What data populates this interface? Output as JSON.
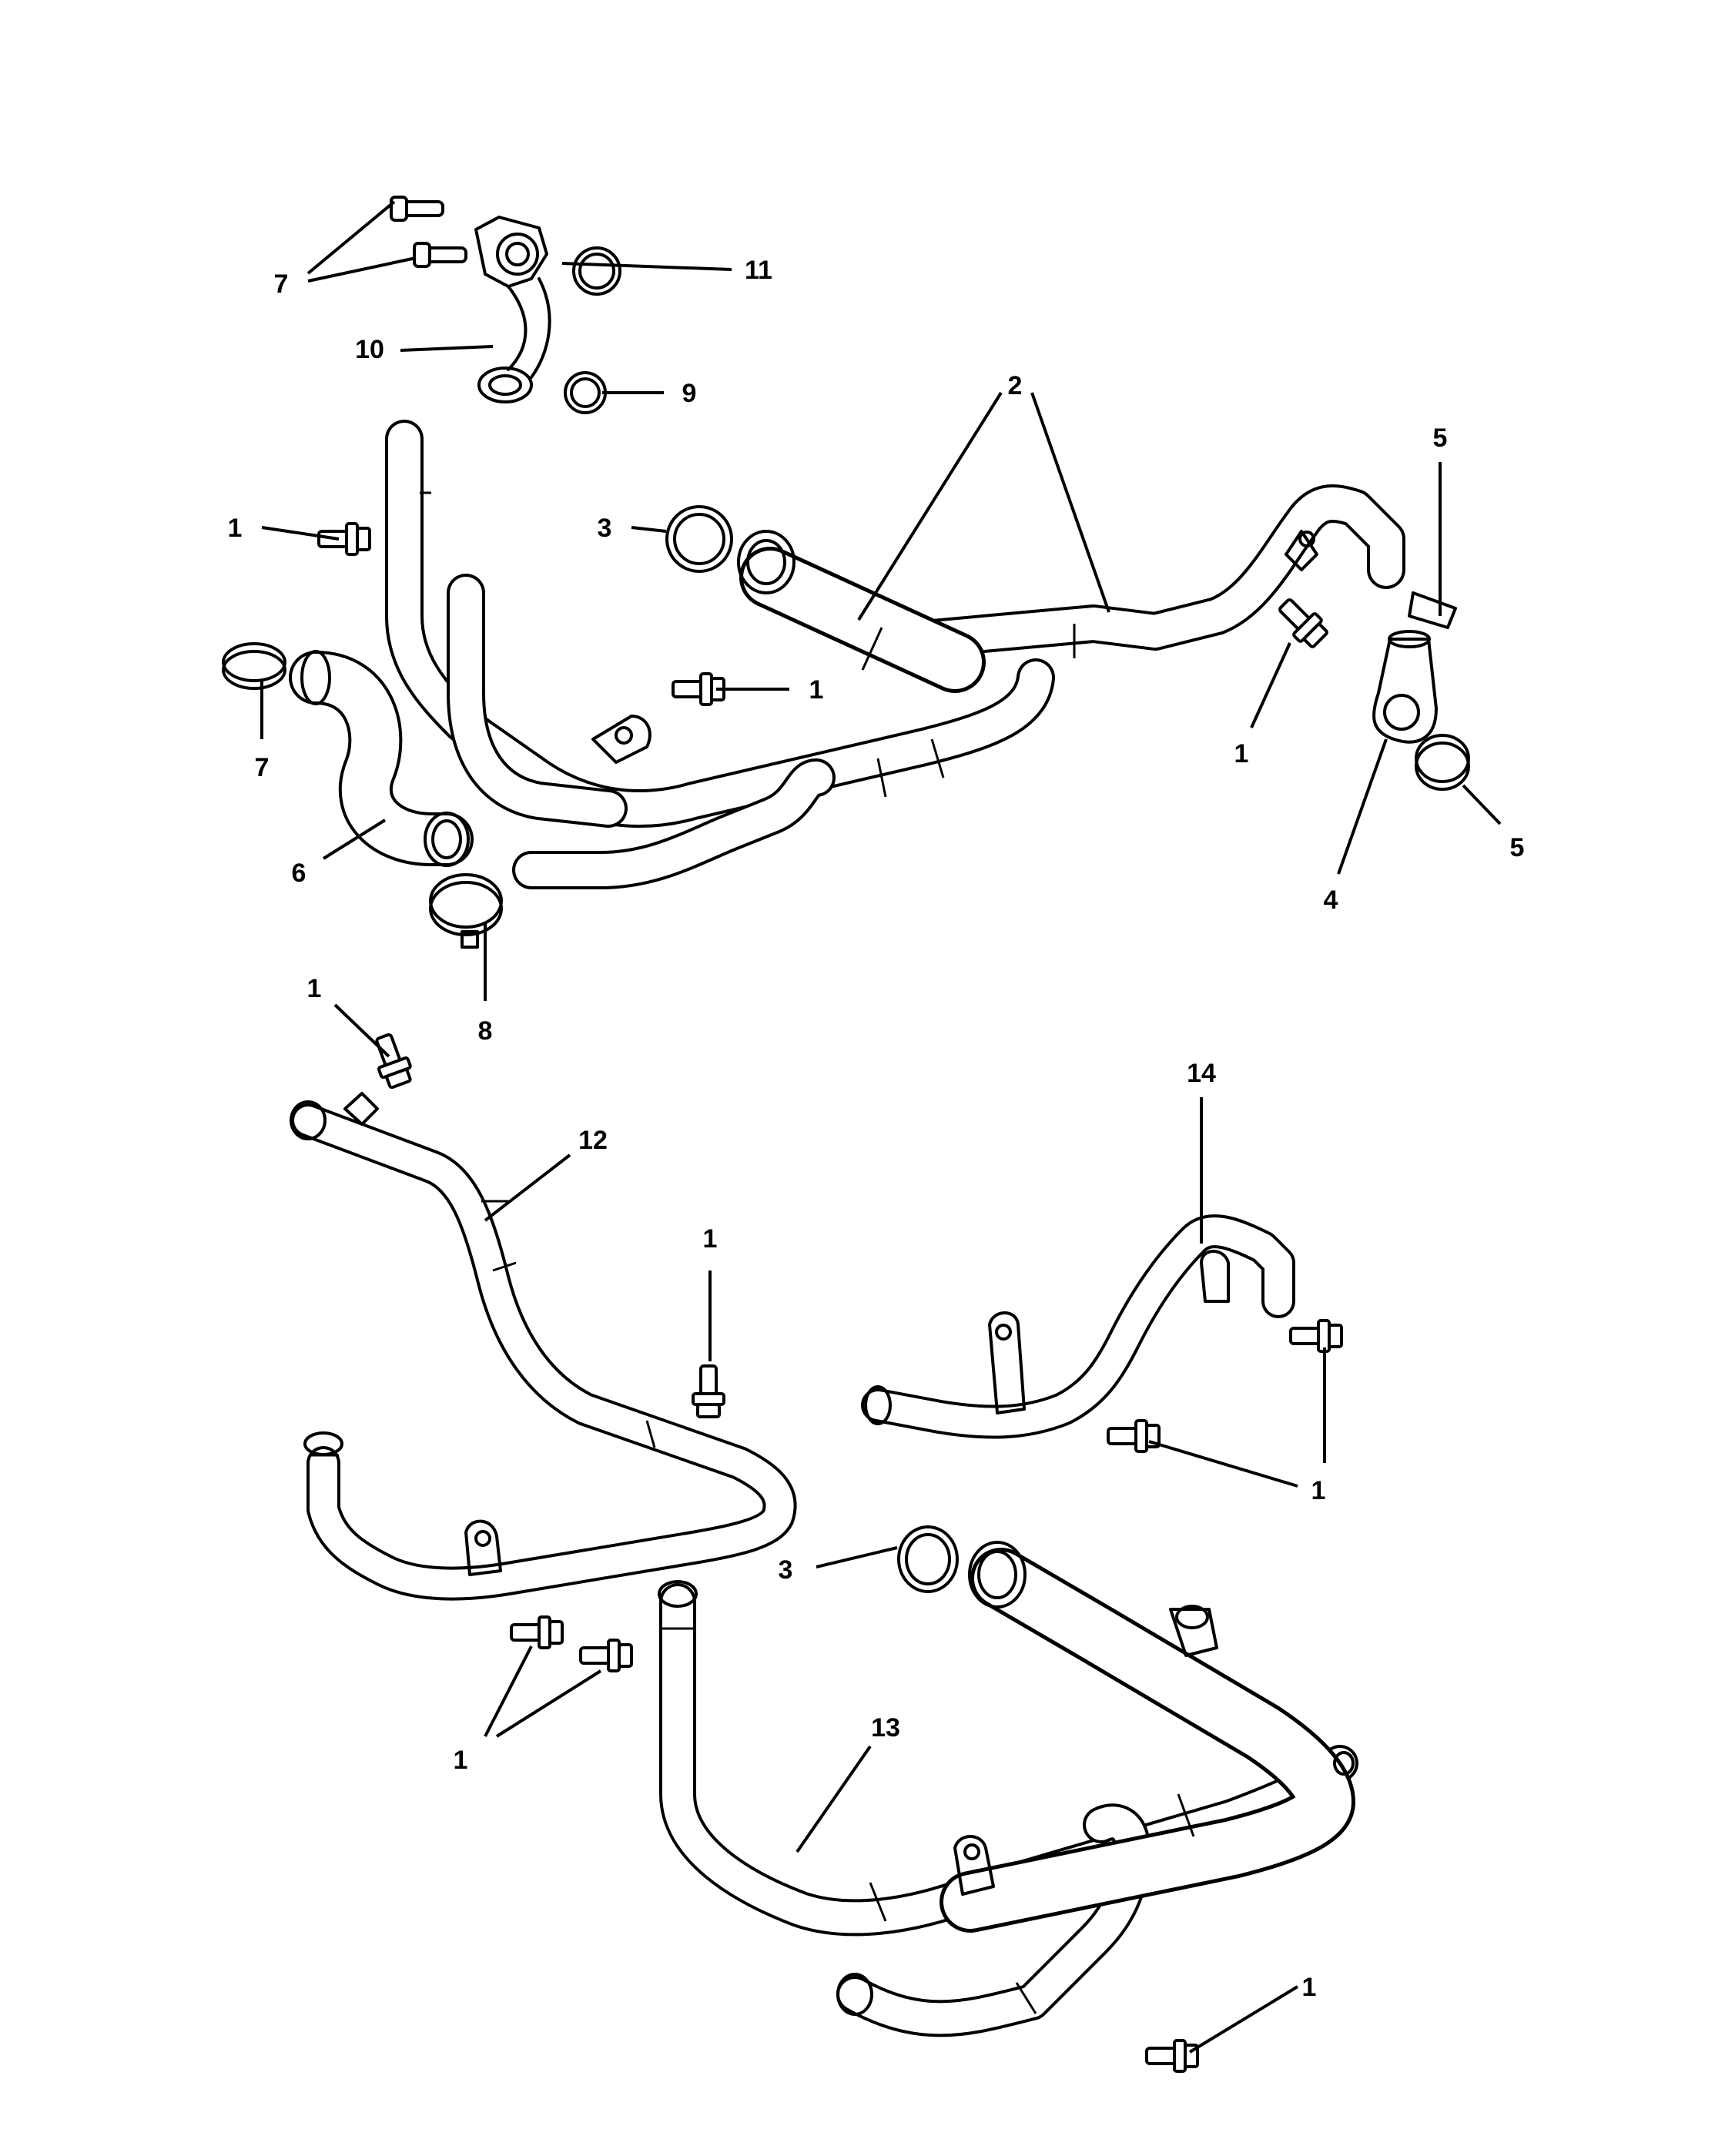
{
  "callouts": [
    {
      "id": "c1a",
      "text": "1"
    },
    {
      "id": "c1b",
      "text": "1"
    },
    {
      "id": "c1c",
      "text": "1"
    },
    {
      "id": "c1d",
      "text": "1"
    },
    {
      "id": "c1e",
      "text": "1"
    },
    {
      "id": "c1f",
      "text": "1"
    },
    {
      "id": "c1g",
      "text": "1"
    },
    {
      "id": "c1h",
      "text": "1"
    },
    {
      "id": "c2",
      "text": "2"
    },
    {
      "id": "c3a",
      "text": "3"
    },
    {
      "id": "c3b",
      "text": "3"
    },
    {
      "id": "c4",
      "text": "4"
    },
    {
      "id": "c5a",
      "text": "5"
    },
    {
      "id": "c5b",
      "text": "5"
    },
    {
      "id": "c6",
      "text": "6"
    },
    {
      "id": "c7a",
      "text": "7"
    },
    {
      "id": "c7b",
      "text": "7"
    },
    {
      "id": "c8",
      "text": "8"
    },
    {
      "id": "c9",
      "text": "9"
    },
    {
      "id": "c10",
      "text": "10"
    },
    {
      "id": "c11",
      "text": "11"
    },
    {
      "id": "c12",
      "text": "12"
    },
    {
      "id": "c13",
      "text": "13"
    },
    {
      "id": "c14",
      "text": "14"
    }
  ]
}
